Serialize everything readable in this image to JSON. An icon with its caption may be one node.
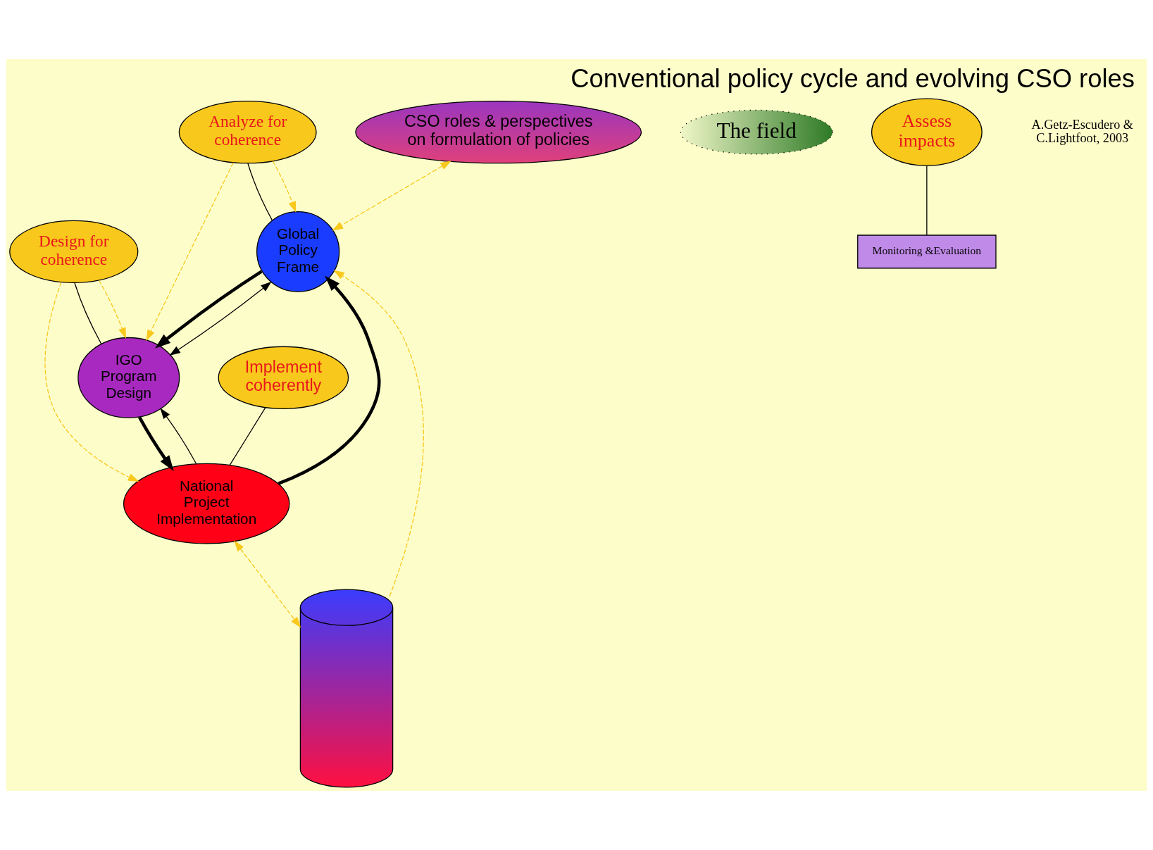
{
  "diagram": {
    "title": "Conventional policy cycle and evolving CSO roles",
    "nodes": [
      {
        "text": [
          "Global",
          "Policy",
          "Frame"
        ]
      },
      {
        "text": [
          "IGO",
          "Program",
          "Design"
        ]
      },
      {
        "text": [
          "National",
          "Project",
          "Implementation"
        ]
      },
      {
        "text": [
          "CSO roles & perspectives on formulation of policies"
        ]
      },
      {
        "text": [],
        "shape": "cylinder"
      },
      {
        "text": [
          "The field"
        ]
      },
      {
        "text": [
          "Monitoring &Evaluation"
        ]
      },
      {
        "text": [
          "Analyze for coherence"
        ]
      },
      {
        "text": [
          "Assess impacts"
        ]
      },
      {
        "text": [
          "Design for coherence"
        ]
      },
      {
        "text": [
          "Implement coherently"
        ]
      }
    ],
    "edges": [
      {
        "from": 2,
        "to": 0,
        "arrow": "to",
        "style": "thick"
      },
      {
        "from": 0,
        "to": 1,
        "arrow": "to",
        "style": "thick"
      },
      {
        "from": 1,
        "to": 2,
        "arrow": "to",
        "style": "thick"
      },
      {
        "from": 0,
        "to": 1,
        "arrow": "both"
      },
      {
        "from": 2,
        "to": 1,
        "arrow": "to"
      },
      {
        "from": 7,
        "to": 0,
        "arrow": "none"
      },
      {
        "from": 8,
        "to": 6,
        "arrow": "none"
      },
      {
        "from": 9,
        "to": 1,
        "arrow": "none"
      },
      {
        "from": 10,
        "to": 2,
        "arrow": "none"
      },
      {
        "from": 7,
        "to": 0,
        "arrow": "to",
        "style": "dashed",
        "color": "#f8c81c"
      },
      {
        "from": 7,
        "to": 1,
        "arrow": "to",
        "style": "dashed",
        "color": "#f8c81c"
      },
      {
        "from": 9,
        "to": 1,
        "arrow": "to",
        "style": "dashed",
        "color": "#f8c81c"
      },
      {
        "from": 9,
        "to": 2,
        "arrow": "to",
        "style": "dashed",
        "color": "#f8c81c"
      },
      {
        "from": 3,
        "to": 0,
        "arrow": "both",
        "style": "dashed",
        "color": "#f8c81c"
      },
      {
        "from": 4,
        "to": 0,
        "arrow": "to",
        "style": "dashed",
        "color": "#f8c81c"
      },
      {
        "from": 2,
        "to": 4,
        "arrow": "both",
        "style": "dashed",
        "color": "#f8c81c"
      }
    ],
    "labels": [
      "A.Getz-Escudero & C.Lightfoot, 2003"
    ]
  }
}
